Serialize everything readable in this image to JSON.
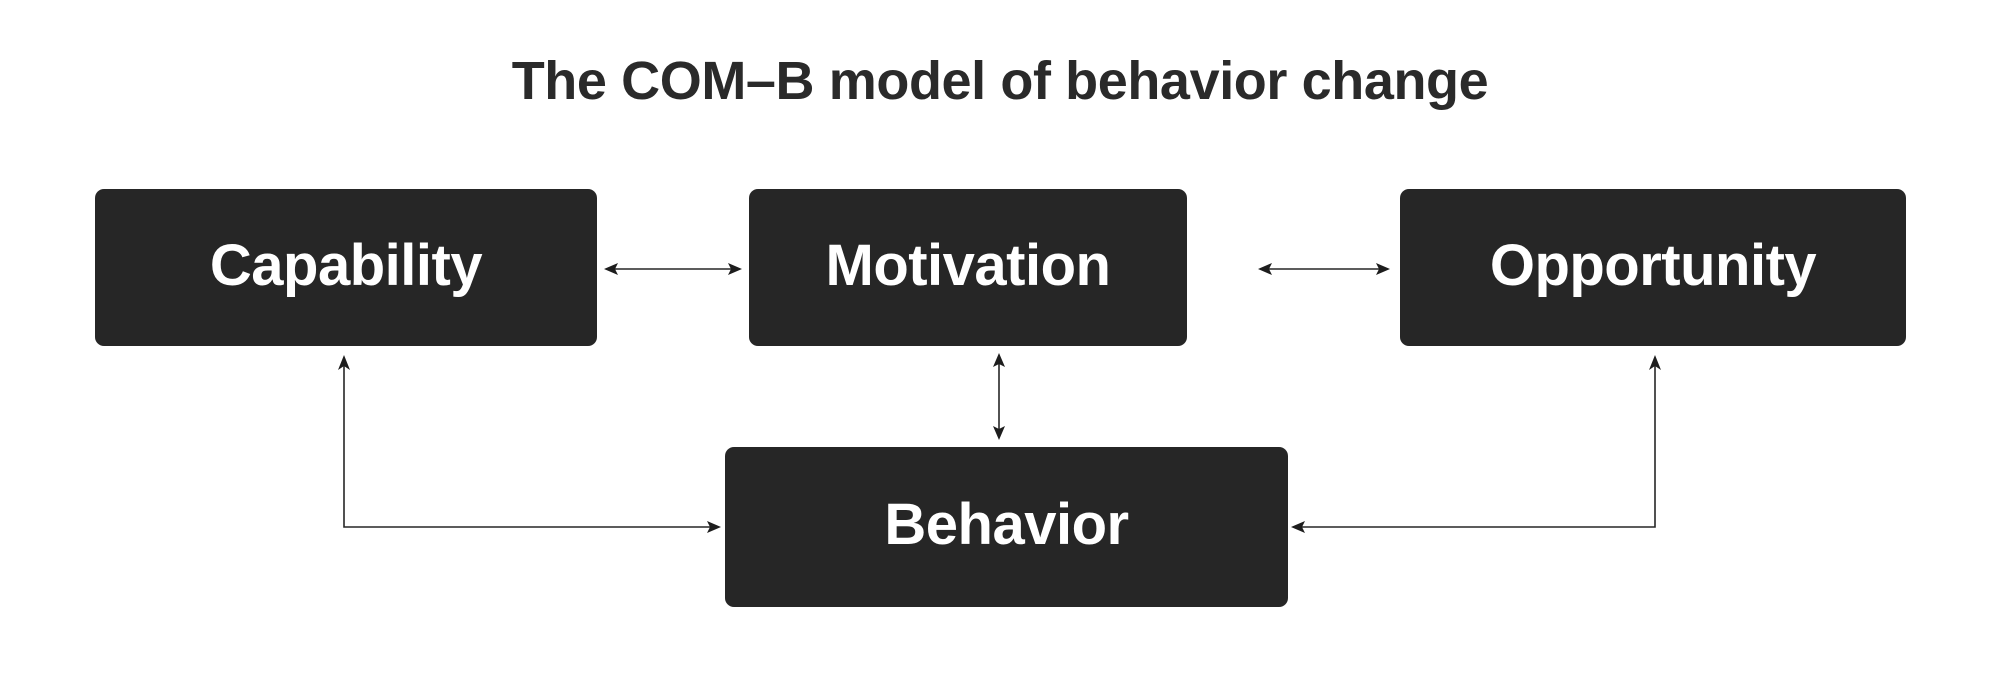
{
  "diagram": {
    "title": "The COM–B model of behavior change",
    "type": "flowchart",
    "background_color": "#ffffff",
    "node_fill_color": "#262626",
    "node_text_color": "#ffffff",
    "title_color": "#2a2a2a",
    "connector_color": "#262626",
    "nodes": [
      {
        "id": "capability",
        "label": "Capability"
      },
      {
        "id": "motivation",
        "label": "Motivation"
      },
      {
        "id": "opportunity",
        "label": "Opportunity"
      },
      {
        "id": "behavior",
        "label": "Behavior"
      }
    ],
    "connections": [
      {
        "from": "capability",
        "to": "motivation",
        "style": "double-headed-straight",
        "orientation": "horizontal"
      },
      {
        "from": "motivation",
        "to": "opportunity",
        "style": "double-headed-straight",
        "orientation": "horizontal"
      },
      {
        "from": "motivation",
        "to": "behavior",
        "style": "double-headed-straight",
        "orientation": "vertical"
      },
      {
        "from": "behavior",
        "to": "capability",
        "style": "single-headed-elbow",
        "orientation": "left-elbow"
      },
      {
        "from": "behavior",
        "to": "opportunity",
        "style": "single-headed-elbow",
        "orientation": "right-elbow"
      }
    ]
  }
}
